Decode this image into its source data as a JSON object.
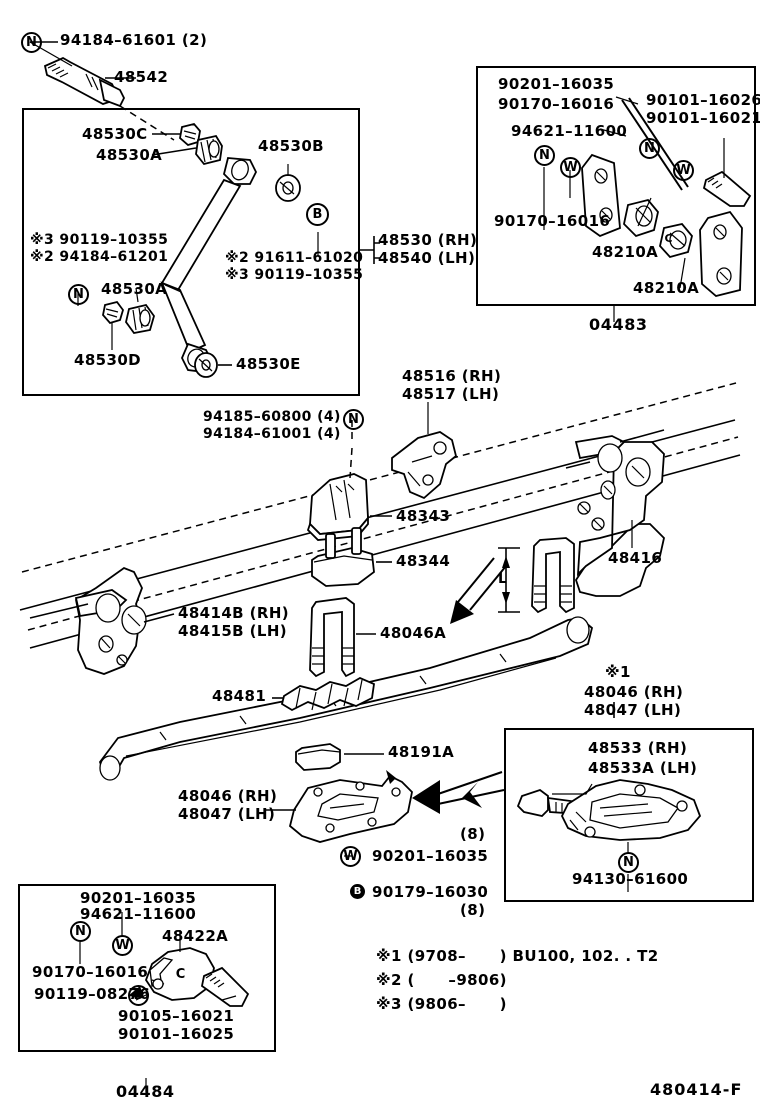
{
  "diagram": {
    "sheet_code": "480414-F",
    "title_hidden": "",
    "footnotes": [
      "※1 (9708–      ) BU100, 102. . T2",
      "※2 (      –9806)",
      "※3 (9806–      )"
    ],
    "group_boxes": [
      {
        "name": "shock-absorber-box",
        "caption": ""
      },
      {
        "name": "stabilizer-bracket-box",
        "caption": "04483"
      },
      {
        "name": "spring-shackle-box",
        "caption": ""
      },
      {
        "name": "spring-bushing-box",
        "caption": "04484"
      }
    ]
  },
  "labels": {
    "top_left": {
      "nut_94184": "94184–61601 (2)",
      "part_48542": "48542"
    },
    "shock_box": {
      "p48530C": "48530C",
      "p48530A_top": "48530A",
      "p48530B": "48530B",
      "note3_90119": "※3 90119–10355",
      "note2_94184": "※2 94184–61201",
      "p48530A_mid": "48530A",
      "note2_91611": "※2 91611–61020",
      "note3_90119b": "※3 90119–10355",
      "p48530D": "48530D",
      "p48530E": "48530E",
      "assembly_rh": "48530 (RH)",
      "assembly_lh": "48540 (LH)"
    },
    "stabilizer_box": {
      "p90201": "90201–16035",
      "p90170_top": "90170–16016",
      "p94621": "94621–11600",
      "p90101_26": "90101–16026",
      "p90101_21": "90101–16021",
      "p90170_bottom": "90170–16016",
      "p48210A_left": "48210A",
      "p48210A_right": "48210A",
      "caption": "04483"
    },
    "frame": {
      "bracket_rh": "48516 (RH)",
      "bracket_lh": "48517 (LH)",
      "bolt_94185": "94185–60800 (4)",
      "bolt_94184": "94184–61001 (4)",
      "p48343": "48343",
      "p48344": "48344",
      "p48416": "48416",
      "ubolt_dim": "L"
    },
    "spring": {
      "shackle_rh": "48414B (RH)",
      "shackle_lh": "48415B (LH)",
      "p48046A": "48046A",
      "p48481": "48481",
      "p48191A": "48191A",
      "leaf_rh": "48046 (RH)",
      "leaf_lh": "48047 (LH)",
      "leaf_rh2": "48046 (RH)",
      "leaf_lh2": "48047 (LH)",
      "note_mark": "※1",
      "washer_90201": "90201–16035",
      "washer_qty": "(8)",
      "nut_90179": "90179–16030",
      "nut_qty": "(8)"
    },
    "shackle_box": {
      "p48533_rh": "48533 (RH)",
      "p48533A_lh": "48533A (LH)",
      "p94130": "94130–61600"
    },
    "bushing_box": {
      "p90201": "90201–16035",
      "p94621": "94621–11600",
      "p48422A": "48422A",
      "p90170": "90170–16016",
      "p90119": "90119–08276",
      "p90105": "90105–16021",
      "p90101": "90101–16025",
      "caption": "04484"
    }
  },
  "marker_glyphs": {
    "nut": "N",
    "washer": "W",
    "bolt": "B",
    "clip": "C"
  }
}
